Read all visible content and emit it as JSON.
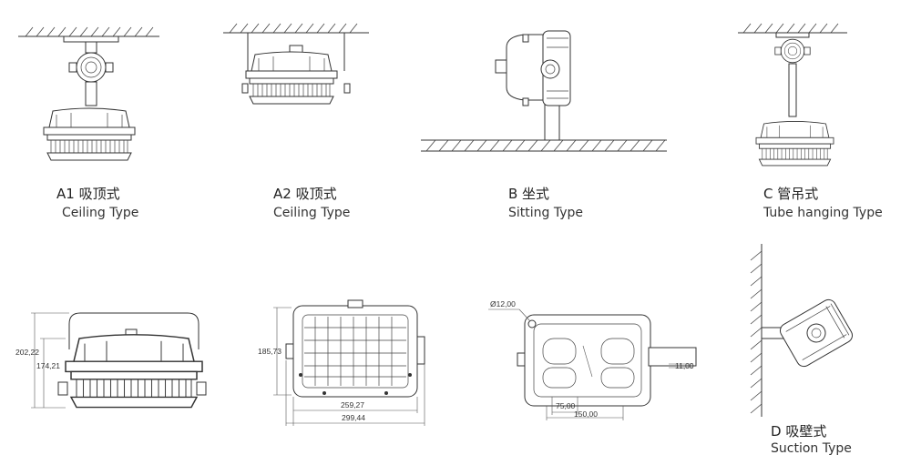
{
  "captions": {
    "a1": {
      "cn": "A1 吸顶式",
      "en": "Ceiling  Type"
    },
    "a2": {
      "cn": "A2 吸顶式",
      "en": "Ceiling  Type"
    },
    "b": {
      "cn": "B 坐式",
      "en": "Sitting Type"
    },
    "c": {
      "cn": "C 管吊式",
      "en": "Tube hanging Type"
    },
    "d": {
      "cn": "D 吸壁式",
      "en": "Suction Type"
    }
  },
  "dimensions": {
    "side_total_height": "202,22",
    "side_body_height": "174,21",
    "front_height": "185,73",
    "front_inner_width": "259,27",
    "front_total_width": "299,44",
    "mount_hole_diameter": "Ø12,00",
    "slot_width": "11,00",
    "hole_spacing": "75,00",
    "base_width": "150,00"
  },
  "colors": {
    "line": "#333333",
    "background": "#ffffff"
  }
}
